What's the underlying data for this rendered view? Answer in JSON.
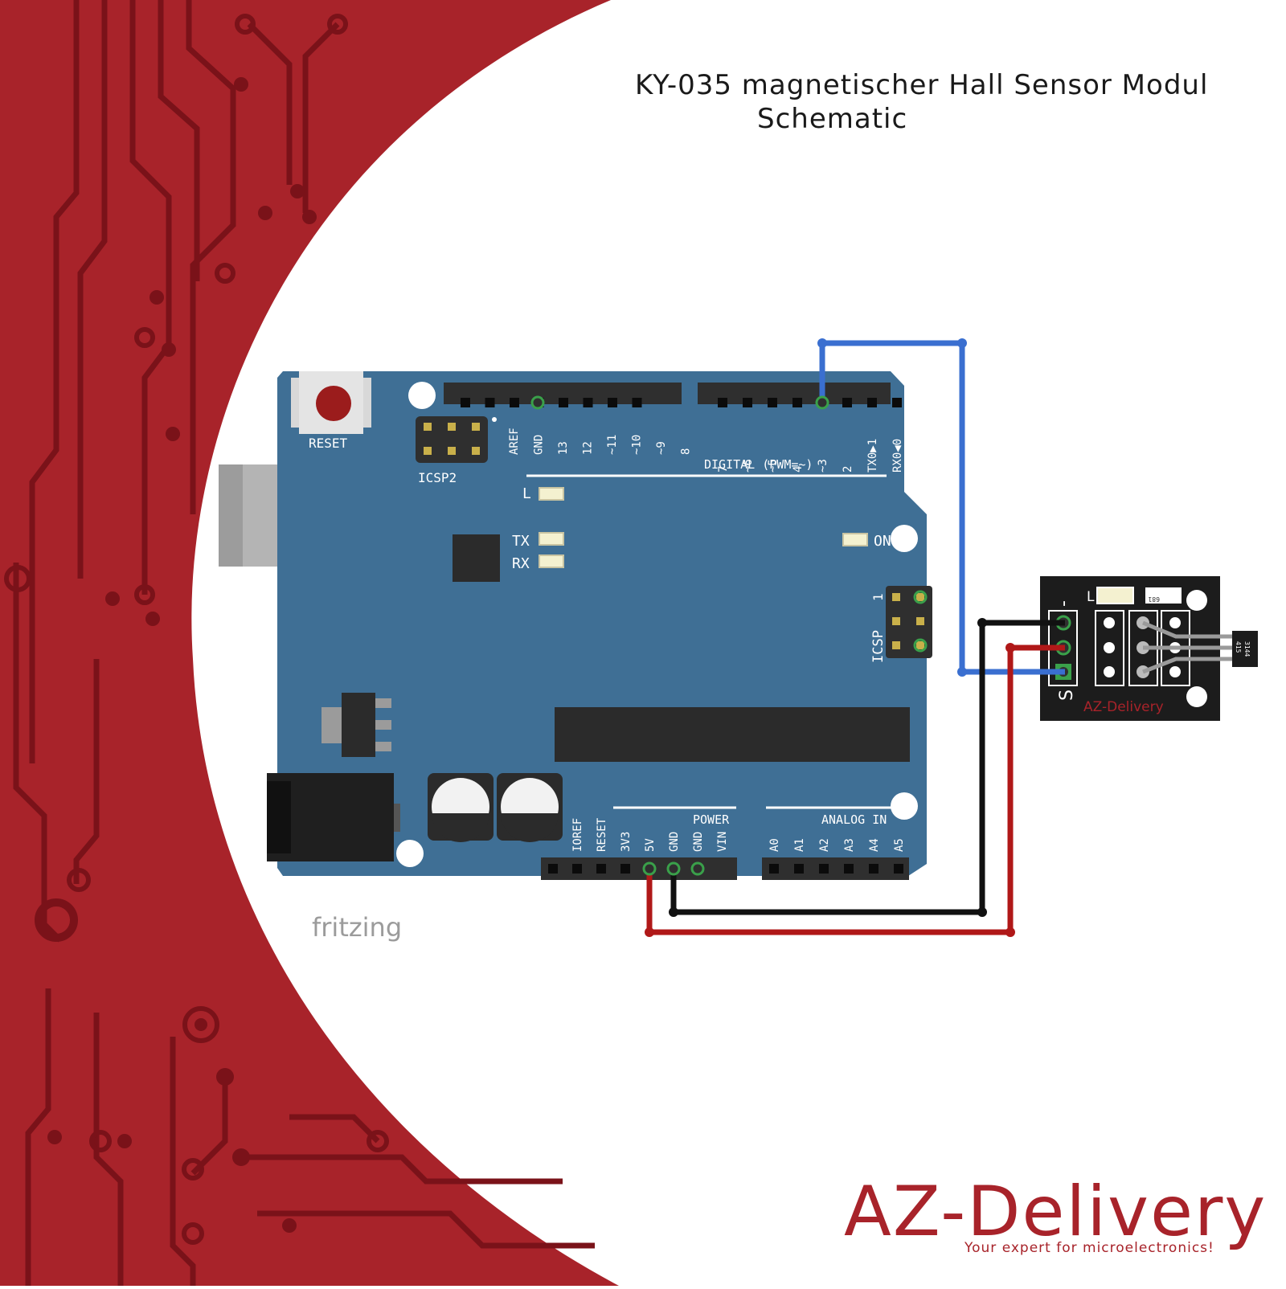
{
  "title": {
    "line1": "KY-035 magnetischer Hall Sensor Modul",
    "line2": "Schematic"
  },
  "brand": {
    "name": "AZ-Delivery",
    "slogan": "Your expert for microelectronics!"
  },
  "watermark": "fritzing",
  "board": {
    "reset_label": "RESET",
    "icsp2_label": "ICSP2",
    "icsp_label": "ICSP",
    "icsp_pin1": "1",
    "top_pins": [
      "AREF",
      "GND",
      "13",
      "12",
      "~11",
      "~10",
      "~9",
      "8"
    ],
    "digital_pins": [
      "7",
      "~6",
      "~5",
      "4",
      "~3",
      "2",
      "TX0▶1",
      "RX0◀0"
    ],
    "digital_label": "DIGITAL (PWM=~)",
    "led_l": "L",
    "led_tx": "TX",
    "led_rx": "RX",
    "led_on": "ON",
    "power_label": "POWER",
    "power_pins": [
      "IOREF",
      "RESET",
      "3V3",
      "5V",
      "GND",
      "GND",
      "VIN"
    ],
    "analog_label": "ANALOG IN",
    "analog_pins": [
      "A0",
      "A1",
      "A2",
      "A3",
      "A4",
      "A5"
    ]
  },
  "module": {
    "pin_minus": "-",
    "pin_s": "S",
    "led_l": "L",
    "resistor_code": "681",
    "sensor_code_1": "3144",
    "sensor_code_2": "415",
    "brand": "AZ-Delivery"
  },
  "colors": {
    "background_red": "#a8232a",
    "board_blue": "#3f6f95",
    "wire_signal": "#3a6fd0",
    "wire_power": "#b01818",
    "wire_ground": "#111111"
  }
}
